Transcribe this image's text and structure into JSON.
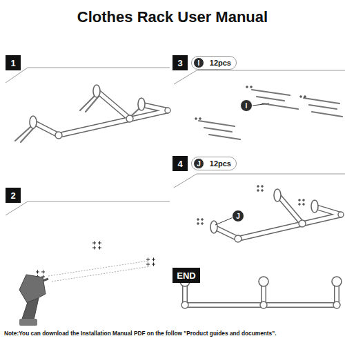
{
  "diagram": {
    "title": "Clothes Rack User Manual",
    "nodes": [
      {
        "text": [
          "1"
        ]
      },
      {
        "text": [
          "3"
        ]
      },
      {
        "text": [
          "12pcs"
        ]
      },
      {
        "text": [
          "I"
        ],
        "in": 2
      },
      {
        "text": [
          "I"
        ]
      },
      {
        "text": [
          "2"
        ]
      },
      {
        "text": [
          "4"
        ]
      },
      {
        "text": [
          "12pcs"
        ]
      },
      {
        "text": [
          "J"
        ],
        "in": 7
      },
      {
        "text": [
          "J"
        ]
      },
      {
        "text": [
          "END"
        ]
      }
    ],
    "labels": [
      "Note:You can download the Installation Manual PDF on the follow \"Product guides and documents\"."
    ]
  }
}
